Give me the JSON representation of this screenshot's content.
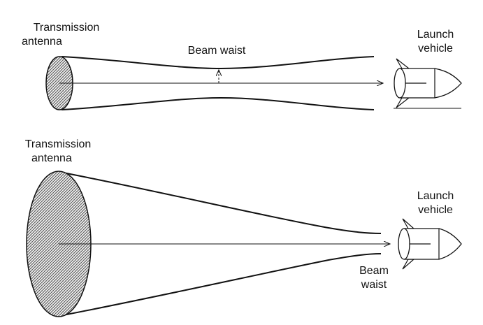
{
  "top_panel": {
    "antenna_label": [
      "Transmission",
      "antenna"
    ],
    "waist_label": "Beam waist",
    "vehicle_label": [
      "Launch",
      "vehicle"
    ]
  },
  "bottom_panel": {
    "antenna_label": [
      "Transmission",
      "antenna"
    ],
    "waist_label": [
      "Beam",
      "waist"
    ],
    "vehicle_label": [
      "Launch",
      "vehicle"
    ]
  },
  "colors": {
    "line": "#111111",
    "hatch": "#555555",
    "background": "#ffffff"
  }
}
